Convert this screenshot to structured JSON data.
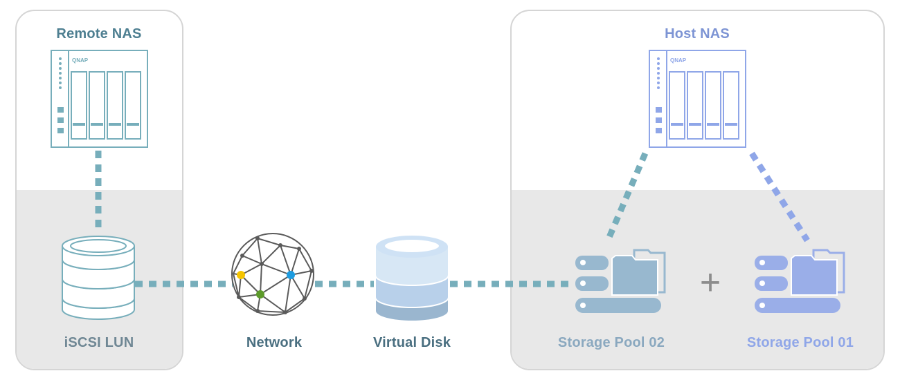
{
  "diagram": {
    "nodes": {
      "remote_nas": "Remote NAS",
      "host_nas": "Host NAS",
      "iscsi_lun": "iSCSI LUN",
      "network": "Network",
      "virtual_disk": "Virtual Disk",
      "storage_pool_02": "Storage Pool 02",
      "storage_pool_01": "Storage Pool 01",
      "plus": "+"
    },
    "nas_brand": "QNAP",
    "icons": [
      "nas-device-icon",
      "database-icon",
      "network-globe-icon",
      "virtual-disk-icon",
      "storage-pool-icon"
    ],
    "colors": {
      "teal": "#77aebb",
      "teal_text": "#4e7f91",
      "blue": "#8fa6e8",
      "blue_text": "#7d94d4",
      "slate": "#6f8794",
      "network_text": "#4a6f80",
      "pool02": "#98b8cf",
      "pool01": "#9aaee8",
      "node_yellow": "#f5c400",
      "node_blue": "#1e9ce0",
      "node_green": "#5c9a2a"
    }
  }
}
